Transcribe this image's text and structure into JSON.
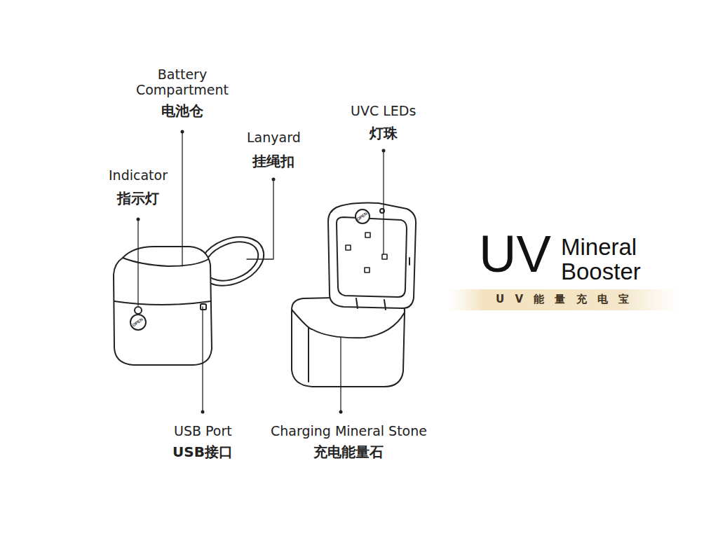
{
  "diagram": {
    "labels": [
      "Battery Compartment",
      "电池仓",
      "Indicator",
      "指示灯",
      "Lanyard",
      "挂绳扣",
      "UVC LEDs",
      "灯珠",
      "USB Port",
      "USB接口",
      "Charging Mineral Stone",
      "充电能量石",
      "UV",
      "Mineral",
      "Booster",
      "U V 能 量 充 电 宝",
      "OPEN",
      "OPEN"
    ]
  }
}
